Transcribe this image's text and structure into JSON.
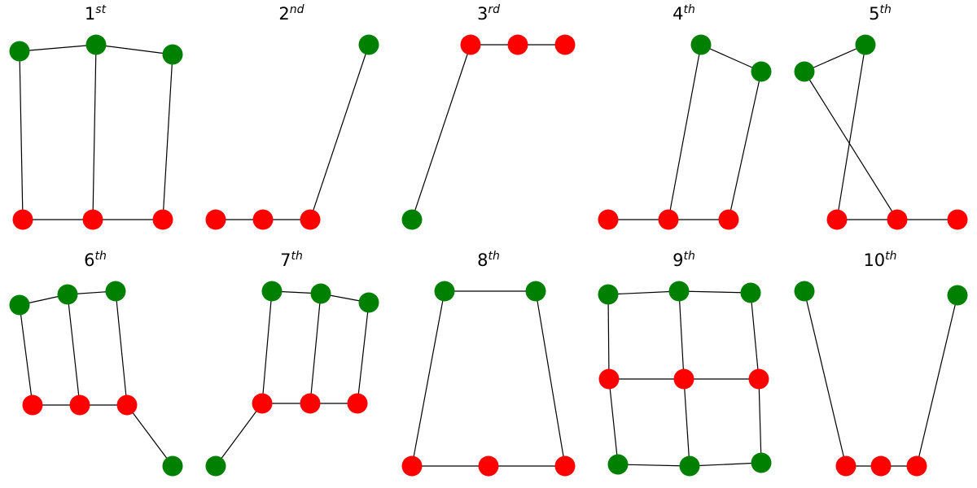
{
  "colors": {
    "green": "#008000",
    "red": "#ff0000",
    "edge": "#000000"
  },
  "panels": [
    {
      "title": "1",
      "suffix": "st",
      "nodes": [
        {
          "id": "a",
          "color": "green"
        },
        {
          "id": "b",
          "color": "green"
        },
        {
          "id": "c",
          "color": "green"
        },
        {
          "id": "d",
          "color": "red"
        },
        {
          "id": "e",
          "color": "red"
        },
        {
          "id": "f",
          "color": "red"
        }
      ],
      "edges": [
        [
          "a",
          "b"
        ],
        [
          "b",
          "c"
        ],
        [
          "a",
          "d"
        ],
        [
          "b",
          "e"
        ],
        [
          "c",
          "f"
        ],
        [
          "d",
          "e"
        ],
        [
          "e",
          "f"
        ]
      ]
    },
    {
      "title": "2",
      "suffix": "nd",
      "nodes": [
        {
          "id": "a",
          "color": "green"
        },
        {
          "id": "b",
          "color": "red"
        },
        {
          "id": "c",
          "color": "red"
        },
        {
          "id": "d",
          "color": "red"
        }
      ],
      "edges": [
        [
          "a",
          "d"
        ],
        [
          "b",
          "c"
        ],
        [
          "c",
          "d"
        ]
      ]
    },
    {
      "title": "3",
      "suffix": "rd",
      "nodes": [
        {
          "id": "a",
          "color": "red"
        },
        {
          "id": "b",
          "color": "red"
        },
        {
          "id": "c",
          "color": "red"
        },
        {
          "id": "d",
          "color": "green"
        }
      ],
      "edges": [
        [
          "a",
          "b"
        ],
        [
          "b",
          "c"
        ],
        [
          "a",
          "d"
        ]
      ]
    },
    {
      "title": "4",
      "suffix": "th",
      "nodes": [
        {
          "id": "a",
          "color": "green"
        },
        {
          "id": "b",
          "color": "green"
        },
        {
          "id": "c",
          "color": "red"
        },
        {
          "id": "d",
          "color": "red"
        },
        {
          "id": "e",
          "color": "red"
        }
      ],
      "edges": [
        [
          "a",
          "b"
        ],
        [
          "a",
          "d"
        ],
        [
          "b",
          "e"
        ],
        [
          "c",
          "d"
        ],
        [
          "d",
          "e"
        ]
      ]
    },
    {
      "title": "5",
      "suffix": "th",
      "nodes": [
        {
          "id": "a",
          "color": "green"
        },
        {
          "id": "b",
          "color": "green"
        },
        {
          "id": "c",
          "color": "red"
        },
        {
          "id": "d",
          "color": "red"
        },
        {
          "id": "e",
          "color": "red"
        }
      ],
      "edges": [
        [
          "a",
          "b"
        ],
        [
          "a",
          "c"
        ],
        [
          "b",
          "d"
        ],
        [
          "c",
          "d"
        ],
        [
          "d",
          "e"
        ]
      ]
    },
    {
      "title": "6",
      "suffix": "th",
      "nodes": [
        {
          "id": "a",
          "color": "green"
        },
        {
          "id": "b",
          "color": "green"
        },
        {
          "id": "c",
          "color": "green"
        },
        {
          "id": "d",
          "color": "red"
        },
        {
          "id": "e",
          "color": "red"
        },
        {
          "id": "f",
          "color": "red"
        },
        {
          "id": "g",
          "color": "green"
        }
      ],
      "edges": [
        [
          "a",
          "b"
        ],
        [
          "b",
          "c"
        ],
        [
          "a",
          "d"
        ],
        [
          "b",
          "e"
        ],
        [
          "c",
          "f"
        ],
        [
          "d",
          "e"
        ],
        [
          "e",
          "f"
        ],
        [
          "f",
          "g"
        ]
      ]
    },
    {
      "title": "7",
      "suffix": "th",
      "nodes": [
        {
          "id": "a",
          "color": "green"
        },
        {
          "id": "b",
          "color": "green"
        },
        {
          "id": "c",
          "color": "green"
        },
        {
          "id": "d",
          "color": "red"
        },
        {
          "id": "e",
          "color": "red"
        },
        {
          "id": "f",
          "color": "red"
        },
        {
          "id": "g",
          "color": "green"
        }
      ],
      "edges": [
        [
          "a",
          "b"
        ],
        [
          "b",
          "c"
        ],
        [
          "a",
          "d"
        ],
        [
          "b",
          "e"
        ],
        [
          "c",
          "f"
        ],
        [
          "d",
          "e"
        ],
        [
          "e",
          "f"
        ],
        [
          "d",
          "g"
        ]
      ]
    },
    {
      "title": "8",
      "suffix": "th",
      "nodes": [
        {
          "id": "a",
          "color": "green"
        },
        {
          "id": "b",
          "color": "green"
        },
        {
          "id": "c",
          "color": "red"
        },
        {
          "id": "d",
          "color": "red"
        },
        {
          "id": "e",
          "color": "red"
        }
      ],
      "edges": [
        [
          "a",
          "b"
        ],
        [
          "a",
          "c"
        ],
        [
          "b",
          "e"
        ],
        [
          "c",
          "d"
        ],
        [
          "d",
          "e"
        ]
      ]
    },
    {
      "title": "9",
      "suffix": "th",
      "nodes": [
        {
          "id": "a",
          "color": "green"
        },
        {
          "id": "b",
          "color": "green"
        },
        {
          "id": "c",
          "color": "green"
        },
        {
          "id": "d",
          "color": "red"
        },
        {
          "id": "e",
          "color": "red"
        },
        {
          "id": "f",
          "color": "red"
        },
        {
          "id": "g",
          "color": "green"
        },
        {
          "id": "h",
          "color": "green"
        },
        {
          "id": "i",
          "color": "green"
        }
      ],
      "edges": [
        [
          "a",
          "b"
        ],
        [
          "b",
          "c"
        ],
        [
          "a",
          "d"
        ],
        [
          "b",
          "e"
        ],
        [
          "c",
          "f"
        ],
        [
          "d",
          "e"
        ],
        [
          "e",
          "f"
        ],
        [
          "d",
          "g"
        ],
        [
          "e",
          "h"
        ],
        [
          "f",
          "i"
        ],
        [
          "g",
          "h"
        ],
        [
          "h",
          "i"
        ]
      ]
    },
    {
      "title": "10",
      "suffix": "th",
      "nodes": [
        {
          "id": "a",
          "color": "green"
        },
        {
          "id": "b",
          "color": "green"
        },
        {
          "id": "c",
          "color": "red"
        },
        {
          "id": "d",
          "color": "red"
        },
        {
          "id": "e",
          "color": "red"
        }
      ],
      "edges": [
        [
          "a",
          "c"
        ],
        [
          "b",
          "e"
        ],
        [
          "c",
          "d"
        ],
        [
          "d",
          "e"
        ]
      ]
    }
  ]
}
